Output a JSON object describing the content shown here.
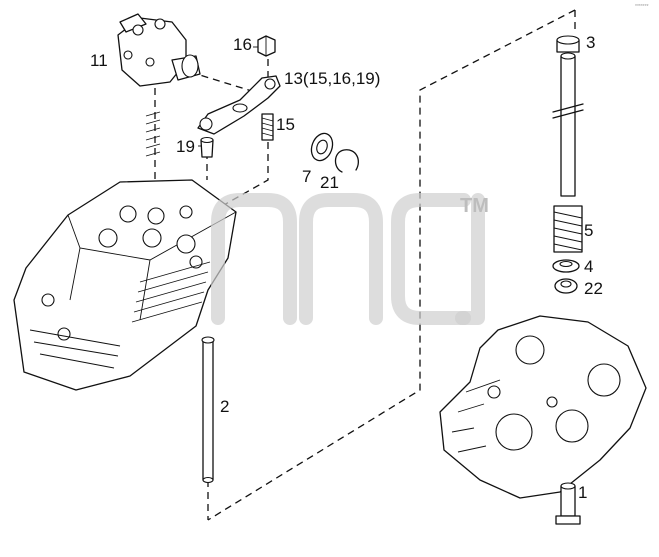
{
  "diagram": {
    "callouts": [
      {
        "id": "c11",
        "label": "11"
      },
      {
        "id": "c16",
        "label": "16"
      },
      {
        "id": "c13",
        "label": "13(15,16,19)"
      },
      {
        "id": "c15",
        "label": "15"
      },
      {
        "id": "c19",
        "label": "19"
      },
      {
        "id": "c7",
        "label": "7"
      },
      {
        "id": "c21",
        "label": "21"
      },
      {
        "id": "c2",
        "label": "2"
      },
      {
        "id": "c3",
        "label": "3"
      },
      {
        "id": "c5",
        "label": "5"
      },
      {
        "id": "c4",
        "label": "4"
      },
      {
        "id": "c22",
        "label": "22"
      },
      {
        "id": "c1",
        "label": "1"
      }
    ],
    "watermark": {
      "trademark": "TM"
    },
    "corner_mark": "*******"
  }
}
